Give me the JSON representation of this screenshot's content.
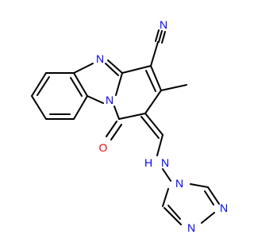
{
  "colors": {
    "N": "#0000ff",
    "O": "#ff0000",
    "C": "#000000",
    "background": "#ffffff"
  },
  "atom_labels": {
    "nitrile_n": "N",
    "imine_n": "N",
    "ring_n": "N",
    "carbonyl_o": "O",
    "nh_n": "N",
    "nh_h": "H",
    "triazole_n4": "N",
    "triazole_n1": "N",
    "triazole_n2": "N"
  }
}
